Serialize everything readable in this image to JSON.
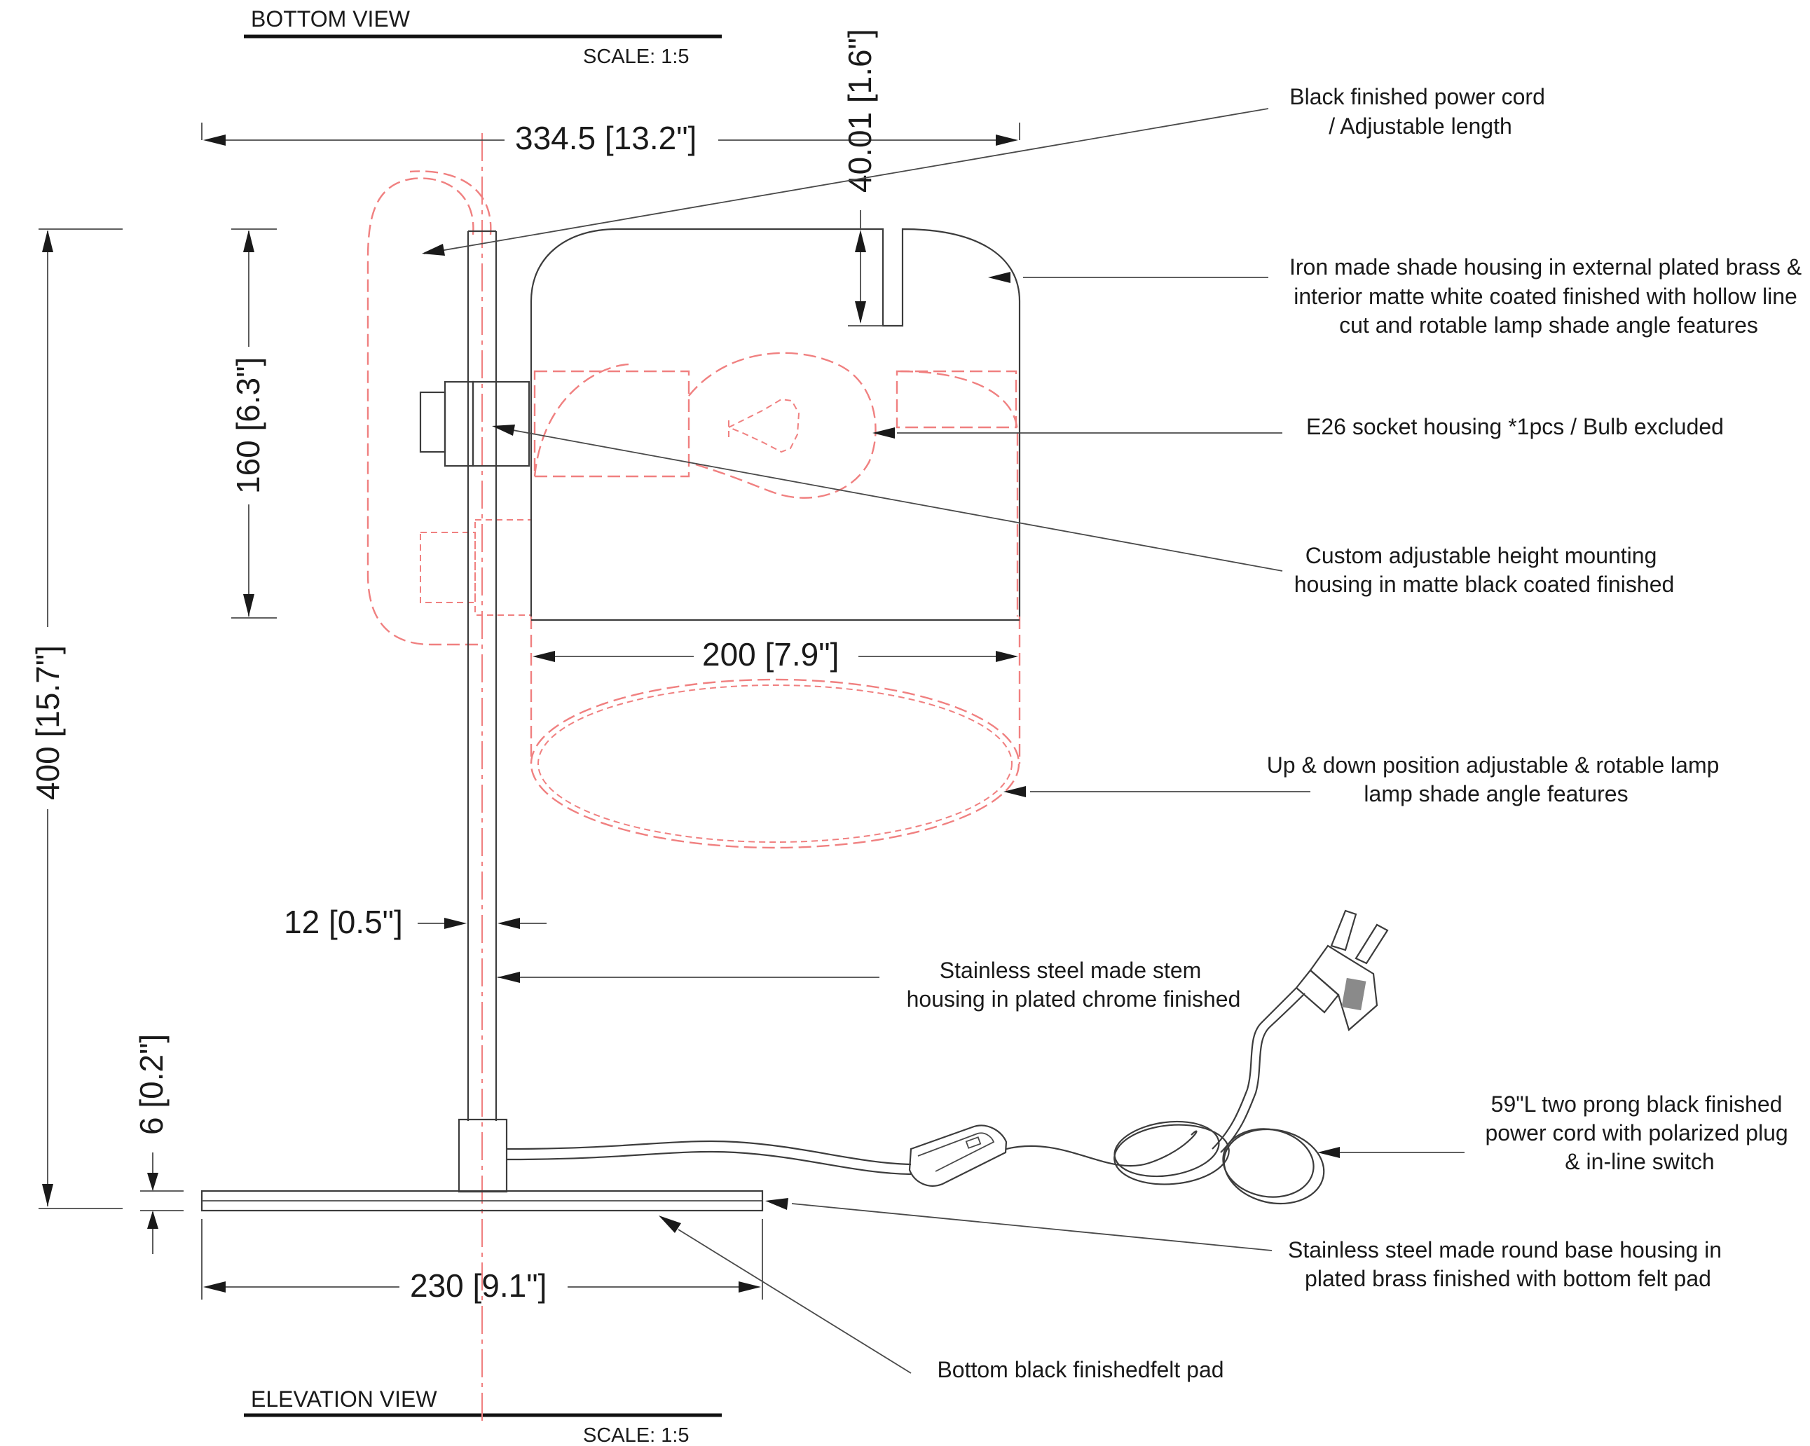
{
  "views": {
    "top": {
      "title": "BOTTOM VIEW",
      "scale": "SCALE: 1:5"
    },
    "bottom": {
      "title": "ELEVATION VIEW",
      "scale": "SCALE: 1:5"
    }
  },
  "dimensions": {
    "overall_width": "334.5 [13.2\"]",
    "slot_depth": "40.01 [1.6\"]",
    "mount_height": "160 [6.3\"]",
    "overall_height": "400 [15.7\"]",
    "shade_diameter": "200 [7.9\"]",
    "stem_diameter": "12 [0.5\"]",
    "base_thickness": "6 [0.2\"]",
    "base_diameter": "230 [9.1\"]"
  },
  "callouts": {
    "power_cord": [
      "Black finished power cord",
      "/ Adjustable length"
    ],
    "shade_housing": [
      "Iron made shade housing in external plated brass &",
      "interior matte white coated finished with hollow line",
      "cut and rotable lamp shade angle features"
    ],
    "socket": [
      "E26 socket housing *1pcs / Bulb excluded"
    ],
    "mounting": [
      "Custom adjustable height mounting",
      "housing in matte black coated finished"
    ],
    "shade_position": [
      "Up & down position adjustable & rotable lamp",
      "lamp shade angle features"
    ],
    "stem": [
      "Stainless steel made stem",
      "housing in plated chrome finished"
    ],
    "cord_plug": [
      "59\"L two prong black finished",
      "power cord with polarized plug",
      "&  in-line switch"
    ],
    "base": [
      "Stainless steel made round base housing in",
      "plated brass finished with bottom felt pad"
    ],
    "felt_pad": [
      "Bottom black finishedfelt pad"
    ]
  }
}
